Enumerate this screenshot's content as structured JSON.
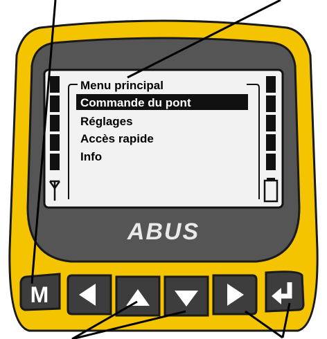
{
  "device": {
    "brand_logo": "ABUS",
    "body_color": "#f5c400",
    "bezel_color": "#555555",
    "screen_color": "#f2f2f2"
  },
  "screen": {
    "menu_title": "Menu principal",
    "menu_items": [
      {
        "label": "Commande du pont",
        "selected": true
      },
      {
        "label": "Réglages",
        "selected": false
      },
      {
        "label": "Accès rapide",
        "selected": false
      },
      {
        "label": "Info",
        "selected": false
      }
    ],
    "left_status_icon": "antenna-icon",
    "right_status_icon": "battery-icon"
  },
  "keys": [
    {
      "name": "menu-button",
      "label": "M",
      "icon": "letter-m"
    },
    {
      "name": "left-button",
      "label": "",
      "icon": "arrow-left-icon"
    },
    {
      "name": "up-button",
      "label": "",
      "icon": "arrow-up-icon"
    },
    {
      "name": "down-button",
      "label": "",
      "icon": "arrow-down-icon"
    },
    {
      "name": "right-button",
      "label": "",
      "icon": "arrow-right-icon"
    },
    {
      "name": "enter-button",
      "label": "",
      "icon": "enter-return-icon"
    }
  ]
}
